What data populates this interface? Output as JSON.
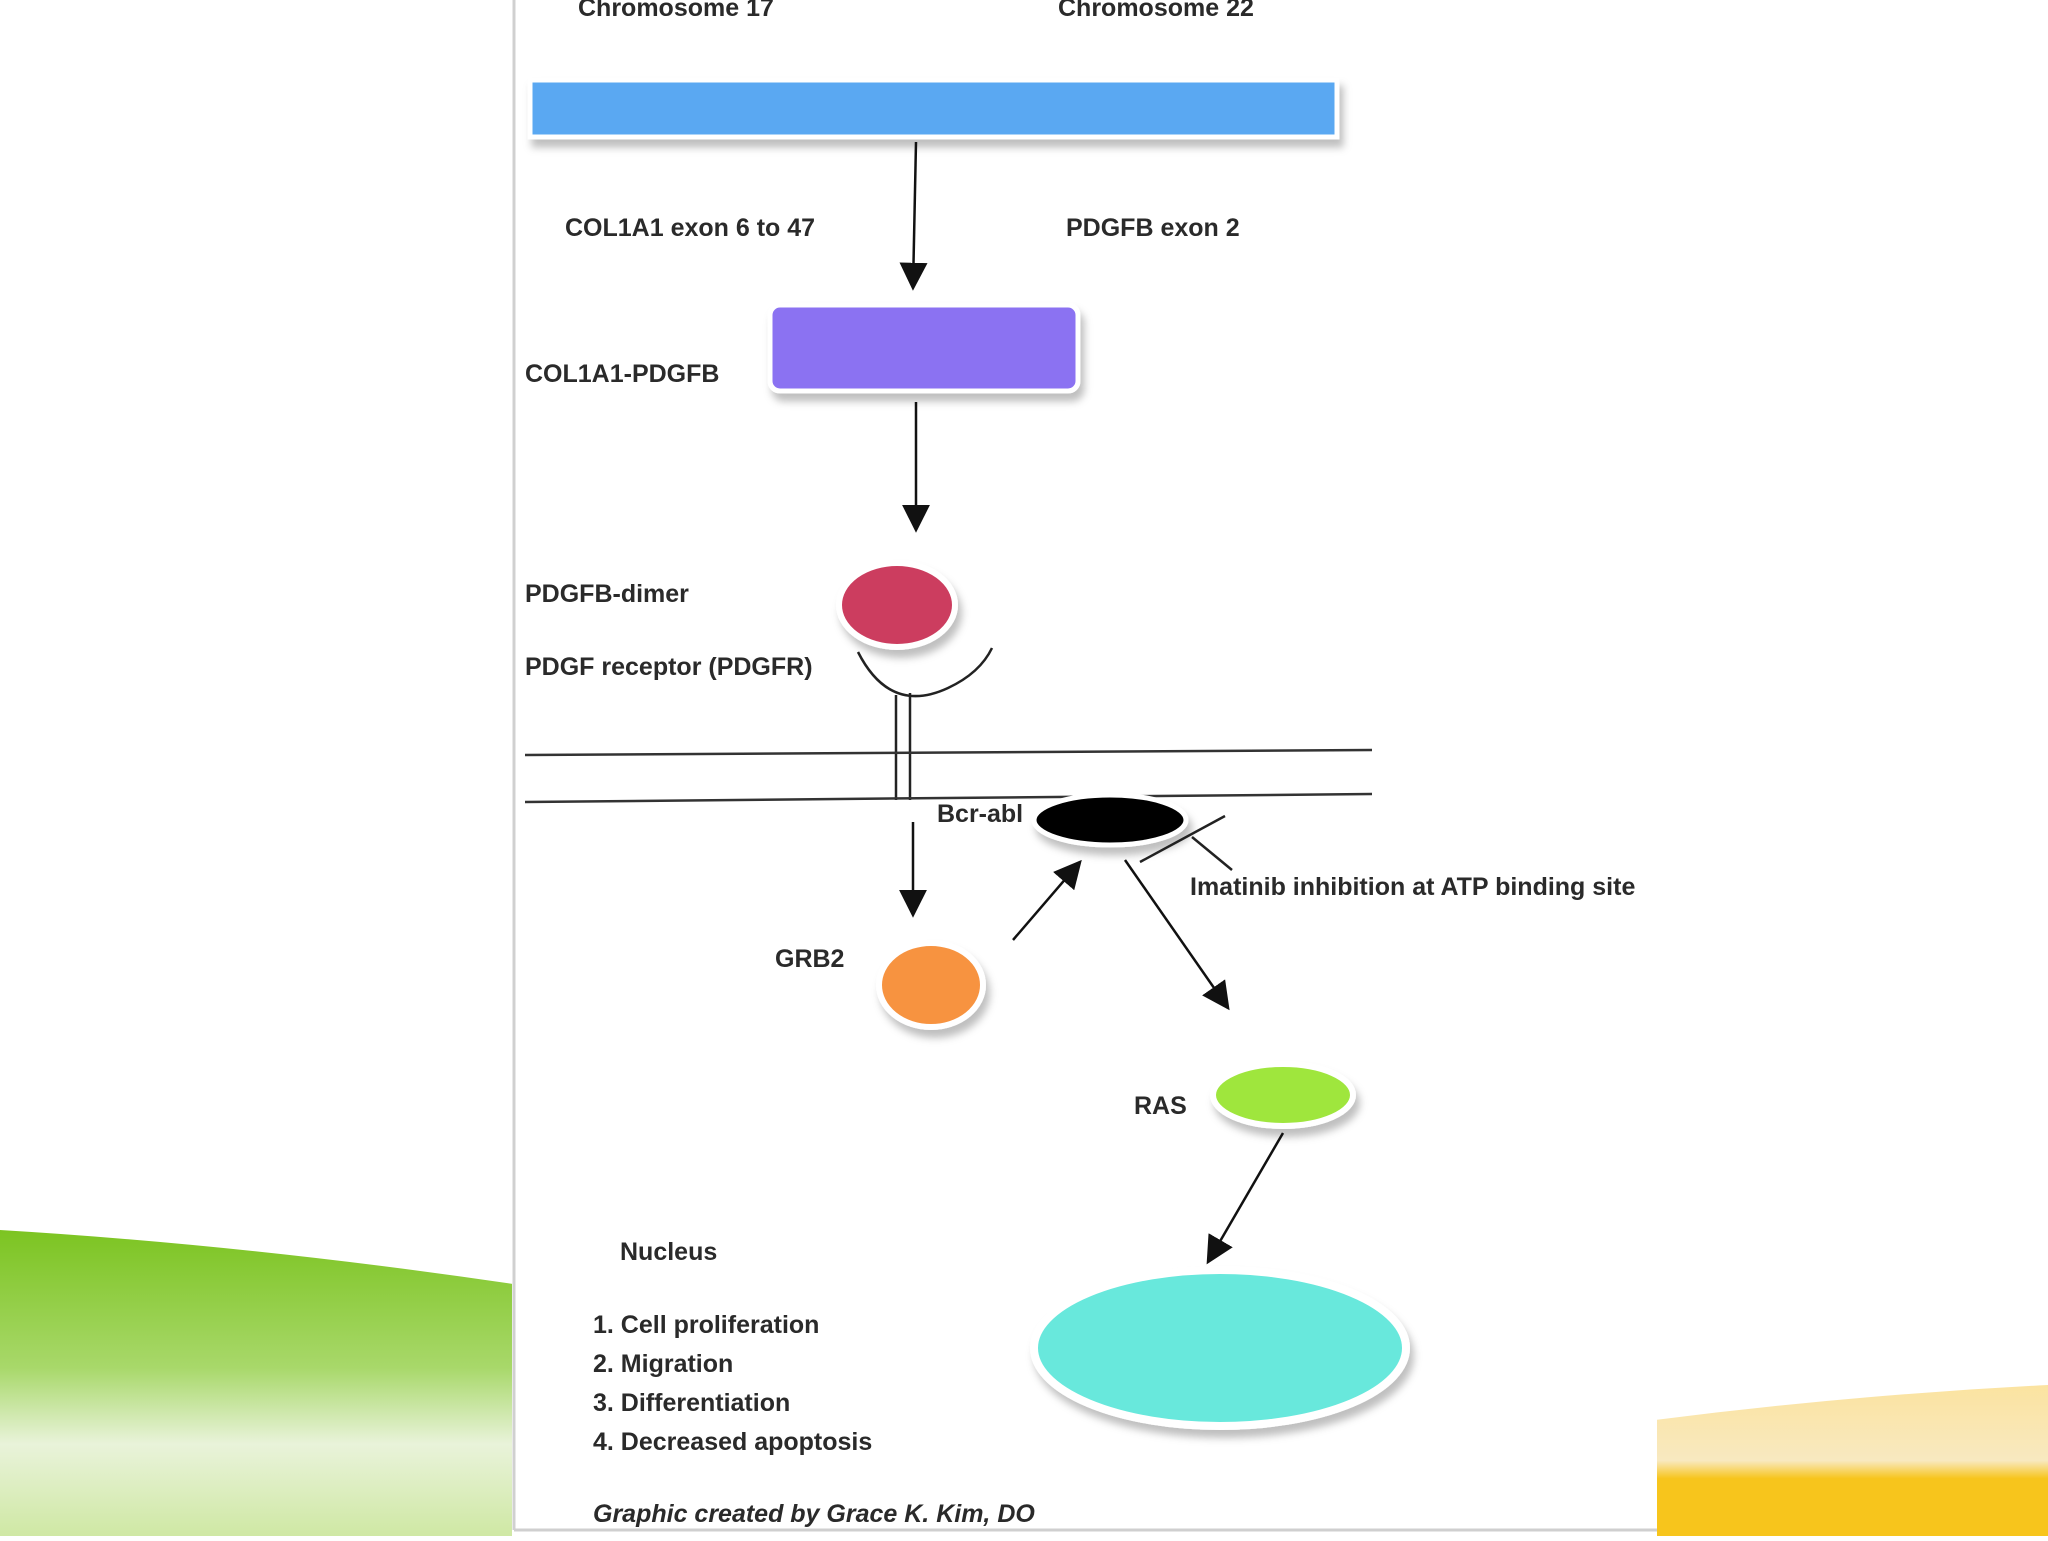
{
  "labels": {
    "chromosome_17": "Chromosome 17",
    "chromosome_22": "Chromosome 22",
    "col1a1_exon": "COL1A1 exon 6 to 47",
    "pdgfb_exon": "PDGFB exon 2",
    "fusion": "COL1A1-PDGFB",
    "dimer": "PDGFB-dimer",
    "receptor": "PDGF receptor (PDGFR)",
    "bcr_abl": "Bcr-abl",
    "imatinib": "Imatinib inhibition at ATP binding site",
    "grb2": "GRB2",
    "ras": "RAS",
    "nucleus": "Nucleus",
    "outcomes": [
      "1. Cell proliferation",
      "2. Migration",
      "3. Differentiation",
      "4. Decreased apoptosis"
    ],
    "credit": "Graphic created by Grace K. Kim, DO"
  },
  "colors": {
    "chromosome_bar": "#5aa8f2",
    "fusion_box": "#8b72f2",
    "dimer": "#cc3e5f",
    "bcr_abl": "#000000",
    "grb2": "#f7933f",
    "ras": "#9fe63e",
    "nucleus": "#67e8dc",
    "slide_green": "#7cc421",
    "slide_yellow": "#f7c51c"
  }
}
